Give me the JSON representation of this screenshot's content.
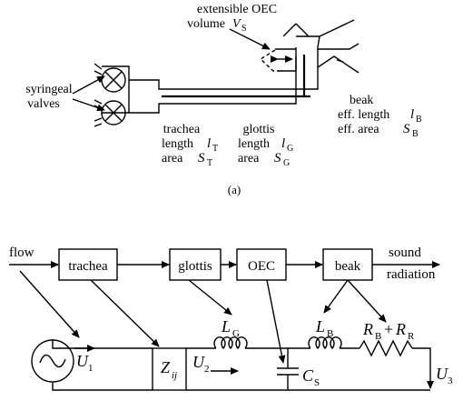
{
  "panel_a": {
    "caption": "(a)",
    "oec_label": {
      "line1": "extensible OEC",
      "line2": "volume",
      "var": "V",
      "sub": "S"
    },
    "syringeal": {
      "line1": "syringeal",
      "line2": "valves"
    },
    "trachea": {
      "line1": "trachea",
      "line2": "length",
      "len_var": "l",
      "len_sub": "T",
      "line3": "area",
      "area_var": "S",
      "area_sub": "T"
    },
    "glottis": {
      "line1": "glottis",
      "line2": "length",
      "len_var": "l",
      "len_sub": "G",
      "line3": "area",
      "area_var": "S",
      "area_sub": "G"
    },
    "beak": {
      "line1": "beak",
      "line2": "eff. length",
      "len_var": "l",
      "len_sub": "B",
      "line3": "eff. area",
      "area_var": "S",
      "area_sub": "B"
    }
  },
  "panel_b": {
    "flow_label": "flow",
    "blocks": [
      "trachea",
      "glottis",
      "OEC",
      "beak"
    ],
    "sound_line1": "sound",
    "sound_line2": "radiation",
    "source": {
      "var": "U",
      "sub": "1"
    },
    "impedance": {
      "var": "Z",
      "sub": "ij"
    },
    "u2": {
      "var": "U",
      "sub": "2"
    },
    "lg": {
      "var": "L",
      "sub": "G"
    },
    "cs": {
      "var": "C",
      "sub": "S"
    },
    "lb": {
      "var": "L",
      "sub": "B"
    },
    "rb": {
      "var": "R",
      "sub": "B"
    },
    "plus": "+",
    "rr": {
      "var": "R",
      "sub": "R"
    },
    "u3": {
      "var": "U",
      "sub": "3"
    }
  }
}
